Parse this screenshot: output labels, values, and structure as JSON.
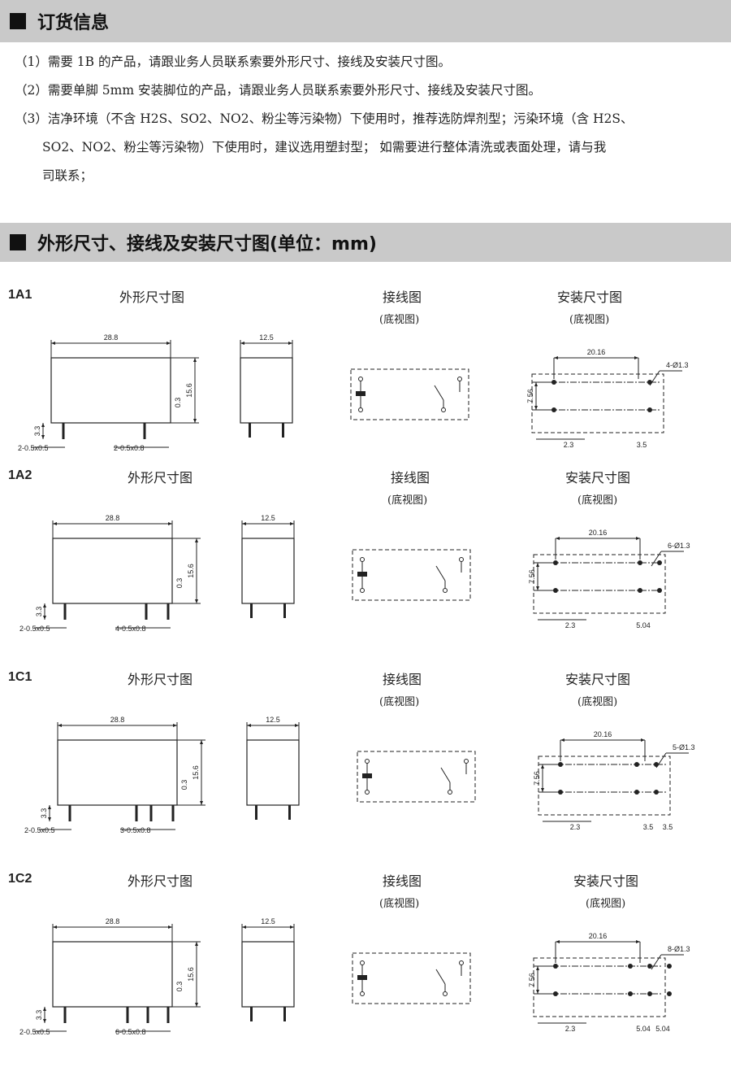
{
  "ordering": {
    "title": "订货信息",
    "notes": [
      "（1）需要 1B 的产品，请跟业务人员联系索要外形尺寸、接线及安装尺寸图。",
      "（2）需要单脚 5mm 安装脚位的产品，请跟业务人员联系索要外形尺寸、接线及安装尺寸图。",
      "（3）洁净环境（不含 H2S、SO2、NO2、粉尘等污染物）下使用时，推荐选防焊剂型；污染环境（含 H2S、",
      "SO2、NO2、粉尘等污染物）下使用时，建议选用塑封型； 如需要进行整体清洗或表面处理，请与我",
      "司联系；"
    ]
  },
  "dimensions": {
    "title": "外形尺寸、接线及安装尺寸图(单位：mm)",
    "captions": {
      "outline": "外形尺寸图",
      "wiring": "接线图",
      "mounting": "安装尺寸图",
      "bottom_view": "(底视图)"
    },
    "common": {
      "length": "28.8",
      "width": "12.5",
      "height": "15.6",
      "gap": "0.3",
      "pin_len": "3.3",
      "pitch_x": "20.16",
      "pitch_y": "7.56",
      "offset": "2.3"
    },
    "rows": [
      {
        "label": "1A1",
        "pins_left": "2-0.5x0.5",
        "pins_right": "2-0.5x0.8",
        "holes": "4-Ø1.3",
        "spacings": [
          "3.5"
        ]
      },
      {
        "label": "1A2",
        "pins_left": "2-0.5x0.5",
        "pins_right": "4-0.5x0.8",
        "holes": "6-Ø1.3",
        "spacings": [
          "5.04"
        ]
      },
      {
        "label": "1C1",
        "pins_left": "2-0.5x0.5",
        "pins_right": "3-0.5x0.8",
        "holes": "5-Ø1.3",
        "spacings": [
          "3.5",
          "3.5"
        ]
      },
      {
        "label": "1C2",
        "pins_left": "2-0.5x0.5",
        "pins_right": "6-0.5x0.8",
        "holes": "8-Ø1.3",
        "spacings": [
          "5.04",
          "5.04"
        ]
      }
    ]
  }
}
